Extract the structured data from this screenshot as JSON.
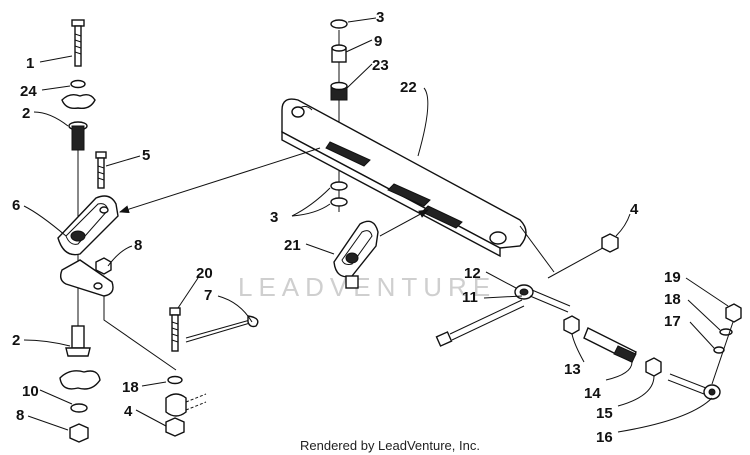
{
  "callouts": {
    "c1": "1",
    "c24": "24",
    "c2a": "2",
    "c5": "5",
    "c6": "6",
    "c8a": "8",
    "c2b": "2",
    "c10": "10",
    "c8b": "8",
    "c20": "20",
    "c7": "7",
    "c18a": "18",
    "c4a": "4",
    "c3a": "3",
    "c9": "9",
    "c23": "23",
    "c22": "22",
    "c3b": "3",
    "c21": "21",
    "c4b": "4",
    "c12": "12",
    "c11": "11",
    "c13": "13",
    "c14": "14",
    "c15": "15",
    "c16": "16",
    "c19": "19",
    "c18b": "18",
    "c17": "17"
  },
  "watermark": "LEADVENTURE",
  "footer": "Rendered by LeadVenture, Inc."
}
